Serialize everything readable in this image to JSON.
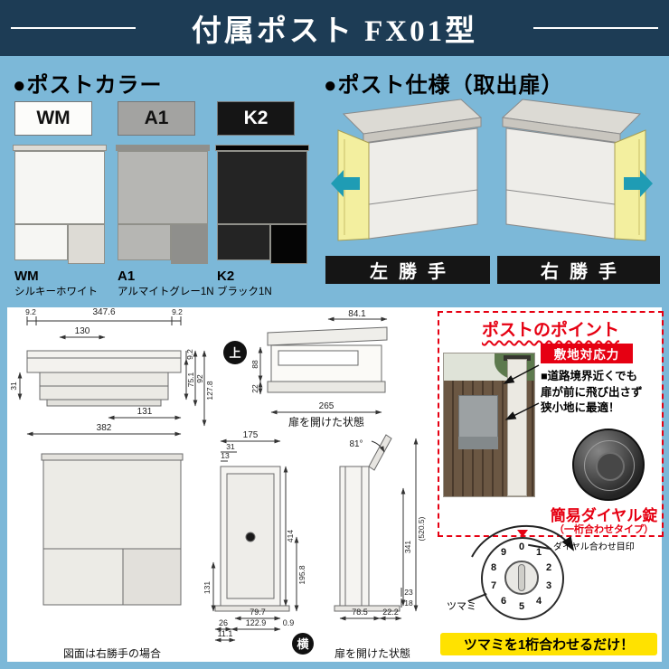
{
  "page": {
    "title": "付属ポスト FX01型",
    "bg": "#7cb8d8",
    "header_bg": "#1d3c55"
  },
  "colors_section": {
    "heading": "●ポストカラー",
    "items": [
      {
        "code": "WM",
        "name": "シルキーホワイト",
        "swatch_bg": "#fcfcfa",
        "swatch_text": "#111111",
        "body": "#f6f6f3",
        "trim": "#dddbd5"
      },
      {
        "code": "A1",
        "name": "アルマイトグレー1N",
        "swatch_bg": "#a3a3a1",
        "swatch_text": "#111111",
        "body": "#b6b6b3",
        "trim": "#8f8f8c"
      },
      {
        "code": "K2",
        "name": "ブラック1N",
        "swatch_bg": "#151515",
        "swatch_text": "#ffffff",
        "body": "#242424",
        "trim": "#050505"
      }
    ]
  },
  "spec_section": {
    "heading": "●ポスト仕様（取出扉）",
    "left_label": "左勝手",
    "right_label": "右勝手",
    "arrow_color": "#1f9cb4",
    "door_color": "#f3ef9f"
  },
  "drawings": {
    "badge_top": "上",
    "badge_side": "横",
    "caption_open1": "扉を開けた状態",
    "caption_open2": "扉を開けた状態",
    "caption_front": "図面は右勝手の場合",
    "plan": {
      "m_left": "9.2",
      "width_total": "347.6",
      "m_right": "9.2",
      "opening": "130",
      "lip": "9.2",
      "h_front": "75.1",
      "h_mid": "92",
      "h_total": "127.8",
      "depth": "31",
      "base_right": "131",
      "base_total": "382"
    },
    "side_top": {
      "top_depth": "84.1",
      "h_upper": "88",
      "h_lower": "22",
      "depth_total": "265"
    },
    "door_front": {
      "w_top": "175",
      "w_frame": "31",
      "w_edge": "13",
      "h_door": "414",
      "h_lower": "195.8",
      "h_left": "131",
      "b_26": "26",
      "b_122": "122.9",
      "b_79": "79.7",
      "b_11": "11.1",
      "b_09": "0.9"
    },
    "door_side": {
      "angle": "81°",
      "h_341": "341",
      "h_520": "(520.5)",
      "b_78": "78.5",
      "b_22": "22.2",
      "s_23": "23",
      "s_18": "18"
    }
  },
  "points_panel": {
    "accent": "#e60012",
    "title": "ポストのポイント",
    "feature_title": "敷地対応力",
    "feature_text": "■道路境界近くでも扉が前に飛び出さず狭小地に最適！",
    "lock_title": "簡易ダイヤル錠",
    "lock_subtitle": "（一桁合わせタイプ）",
    "dial_mark_label": "ダイヤル合わせ目印",
    "knob_label": "ツマミ",
    "highlight": "ツマミを1桁合わせるだけ！",
    "highlight_bg": "#ffe200",
    "dial_numbers": [
      "0",
      "1",
      "2",
      "3",
      "4",
      "5",
      "6",
      "7",
      "8",
      "9"
    ]
  }
}
